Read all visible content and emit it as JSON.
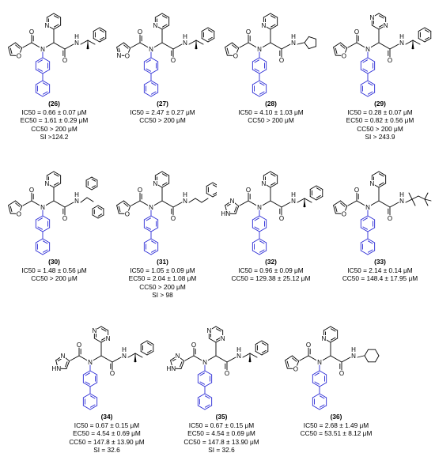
{
  "compounds": [
    {
      "id": "(26)",
      "core": "pyridine",
      "left": "furan",
      "right": "phenethyl",
      "lines": [
        "IC50 = 0.66 ± 0.07 μM",
        "EC50 = 1.61 ± 0.29 μM",
        "CC50 > 200 μM",
        "SI >124.2"
      ]
    },
    {
      "id": "(27)",
      "core": "pyridine",
      "left": "isoxazole",
      "right": "phenethyl",
      "lines": [
        "IC50 = 2.47 ± 0.27 μM",
        "CC50 > 200 μM"
      ]
    },
    {
      "id": "(28)",
      "core": "pyridine",
      "left": "furan",
      "right": "cyclopentyl",
      "lines": [
        "IC50 = 4.10 ± 1.03 μM",
        "CC50 > 200 μM"
      ]
    },
    {
      "id": "(29)",
      "core": "pyrazine",
      "left": "furan",
      "right": "phenethyl",
      "lines": [
        "IC50 = 0.28 ± 0.07 μM",
        "EC50 = 0.82 ± 0.56 μM",
        "CC50 > 200 μM",
        "SI > 243.9"
      ]
    },
    {
      "id": "(30)",
      "core": "pyridine",
      "left": "furan",
      "right": "diphenylethyl",
      "lines": [
        "IC50 = 1.48 ± 0.56 μM",
        "CC50 > 200 μM"
      ]
    },
    {
      "id": "(31)",
      "core": "pyridine",
      "left": "furan",
      "right": "phenylpropyl",
      "lines": [
        "IC50 = 1.05 ± 0.09 μM",
        "EC50 = 2.04 ± 1.08 μM",
        "CC50 > 200 μM",
        "SI > 98"
      ]
    },
    {
      "id": "(32)",
      "core": "pyridine",
      "left": "imidazole",
      "right": "phenethyl",
      "lines": [
        "IC50 = 0.96 ± 0.09 μM",
        "CC50 = 129.38 ± 25.12 μM"
      ]
    },
    {
      "id": "(33)",
      "core": "pyridine",
      "left": "furan",
      "right": "tert-octyl",
      "lines": [
        "IC50 = 2.14 ± 0.14 μM",
        "CC50 = 148.4 ± 17.95 μM"
      ]
    },
    {
      "id": "(34)",
      "core": "pyrazine",
      "left": "imidazole",
      "right": "phenethyl",
      "lines": [
        "IC50 = 0.67 ± 0.15 μM",
        "EC50 = 4.54 ± 0.69 μM",
        "CC50 = 147.8 ± 13.90 μM",
        "SI = 32.6"
      ]
    },
    {
      "id": "(35)",
      "core": "pyrazine",
      "left": "imidazole",
      "right": "phenethyl",
      "lines": [
        "IC50 = 0.67 ± 0.15 μM",
        "EC50 = 4.54 ± 0.69 μM",
        "CC50 = 147.8 ± 13.90 μM",
        "SI = 32.6"
      ]
    },
    {
      "id": "(36)",
      "core": "pyridine",
      "left": "furan",
      "right": "cyclohexyl",
      "lines": [
        "IC50 = 2.68 ± 1.49 μM",
        "CC50 = 53.51 ± 8.12 μM"
      ]
    }
  ],
  "atom_labels": {
    "N": "N",
    "O": "O",
    "H": "H",
    "HN": "HN"
  },
  "colors": {
    "bond": "#000000",
    "biphenyl": "#2b2bd6"
  }
}
